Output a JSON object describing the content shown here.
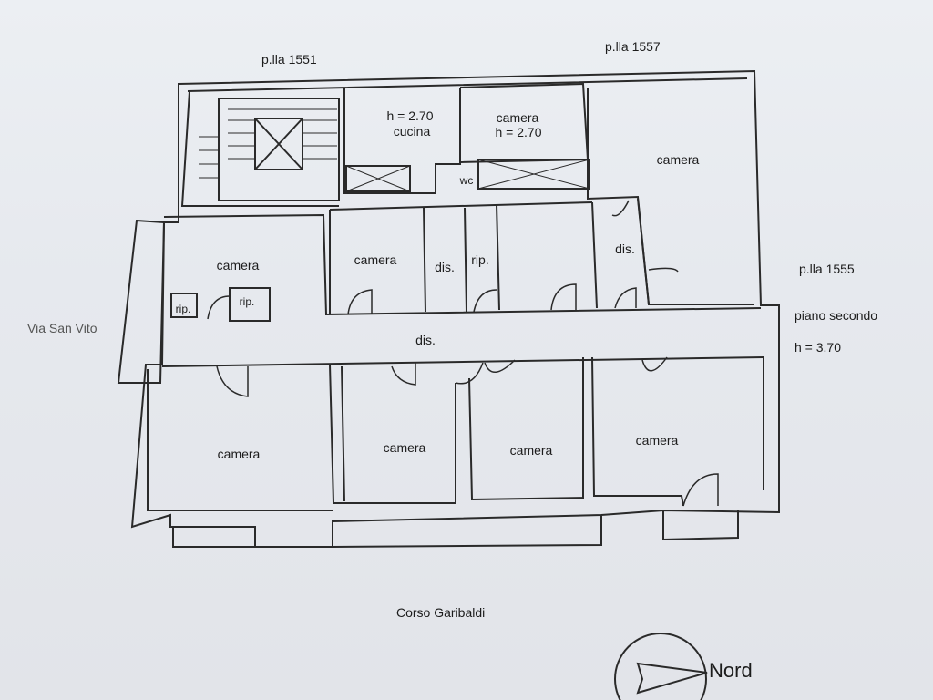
{
  "parcels": {
    "west": "p.lla 1551",
    "north": "p.lla 1557",
    "east": "p.lla 1555"
  },
  "streets": {
    "west": "Via San Vito",
    "south": "Corso Garibaldi"
  },
  "floor": {
    "name": "piano secondo",
    "height": "h = 3.70"
  },
  "rooms": {
    "cucina_height": "h = 2.70",
    "cucina": "cucina",
    "camera_top_mid": "camera",
    "camera_top_mid_height": "h = 2.70",
    "camera_top_right": "camera",
    "wc": "wc",
    "camera_mid_left": "camera",
    "rip_a": "rip.",
    "rip_b": "rip.",
    "camera_mid_2": "camera",
    "dis_a": "dis.",
    "rip_c": "rip.",
    "dis_b": "dis.",
    "corridor": "dis.",
    "camera_bot_1": "camera",
    "camera_bot_2": "camera",
    "camera_bot_3": "camera",
    "camera_bot_4": "camera"
  },
  "north_arrow": "Nord"
}
